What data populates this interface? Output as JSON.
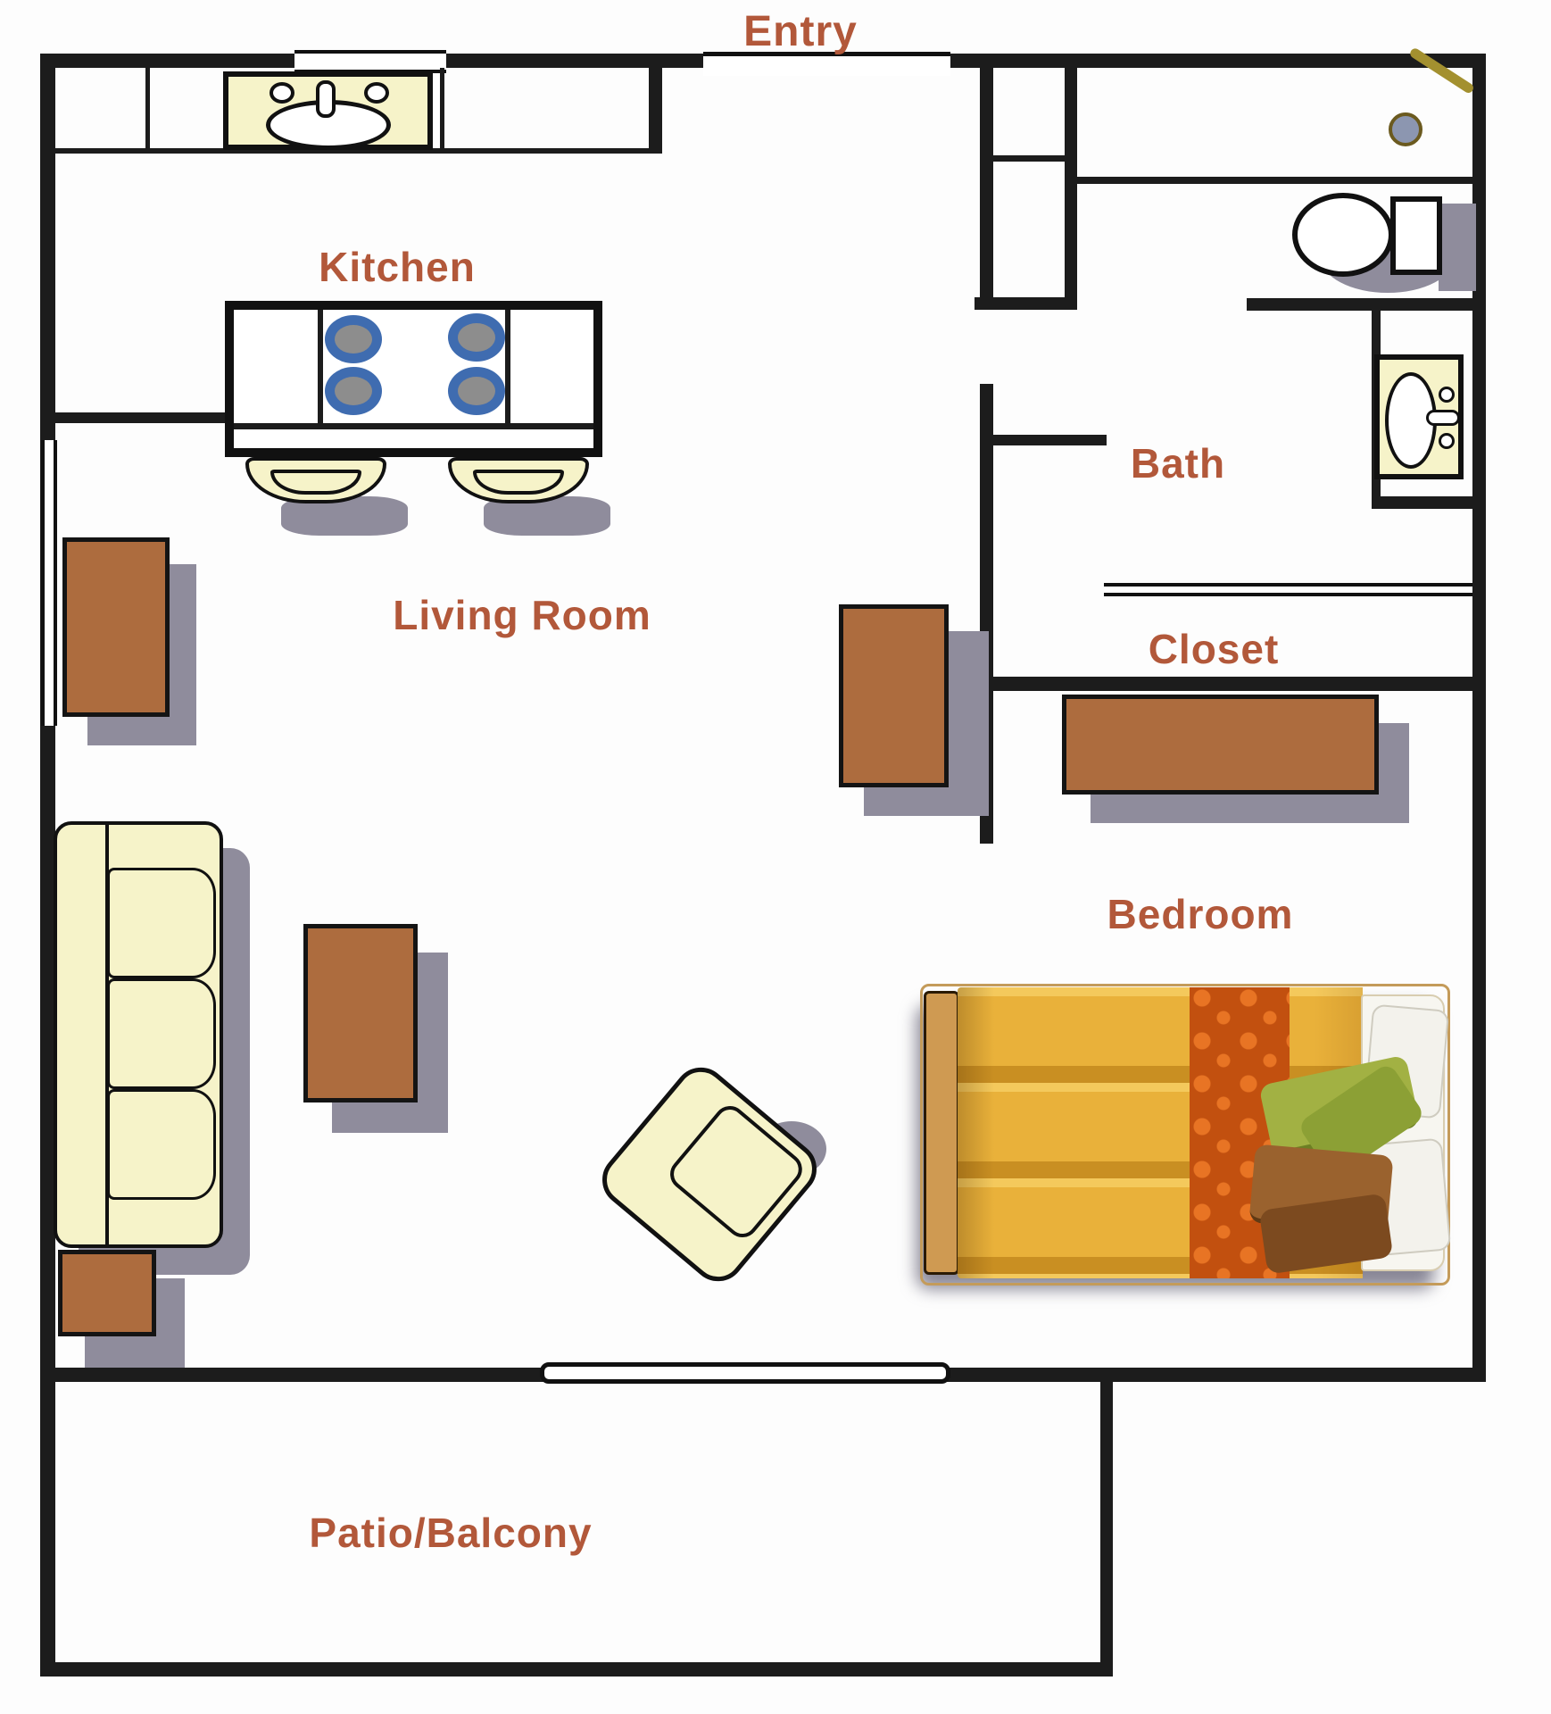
{
  "image_type": "apartment-floor-plan",
  "rooms": [
    {
      "id": "entry",
      "label": "Entry"
    },
    {
      "id": "kitchen",
      "label": "Kitchen"
    },
    {
      "id": "bath",
      "label": "Bath"
    },
    {
      "id": "living",
      "label": "Living Room"
    },
    {
      "id": "closet",
      "label": "Closet"
    },
    {
      "id": "bedroom",
      "label": "Bedroom"
    },
    {
      "id": "patio",
      "label": "Patio/Balcony"
    }
  ],
  "fixtures": [
    {
      "name": "kitchen-sink"
    },
    {
      "name": "stove-burners",
      "count": 4
    },
    {
      "name": "bar-stools",
      "count": 2
    },
    {
      "name": "refrigerator-counter"
    },
    {
      "name": "toilet"
    },
    {
      "name": "bathroom-sink"
    },
    {
      "name": "shower-head"
    },
    {
      "name": "closet-rod"
    },
    {
      "name": "entry-door-opening"
    },
    {
      "name": "sliding-patio-door"
    },
    {
      "name": "window",
      "count": 2
    }
  ],
  "furniture": [
    {
      "name": "sofa"
    },
    {
      "name": "armchair"
    },
    {
      "name": "coffee-table"
    },
    {
      "name": "end-table-north"
    },
    {
      "name": "end-table-south"
    },
    {
      "name": "side-table"
    },
    {
      "name": "dresser"
    },
    {
      "name": "bed"
    }
  ],
  "colors": {
    "wall": "#1c1c1c",
    "label": "#b2583a",
    "furniture-brown": "#ad6c3e",
    "shadow": "#8f8c9c",
    "cream": "#f6f3c9",
    "burner-ring": "#3f6cb0",
    "burner-center": "#8d8d8d",
    "bed-gold": "#e9b13a",
    "bed-gold-light": "#f4c95c",
    "bed-band": "#c2500f",
    "bed-band-dot": "#e87424",
    "bed-foot": "#cf9a52",
    "pillow-green": "#a2b143",
    "pillow-green-dark": "#8ca035",
    "pillow-brown": "#9a622e",
    "pillow-brown-dark": "#7c4a1f"
  }
}
